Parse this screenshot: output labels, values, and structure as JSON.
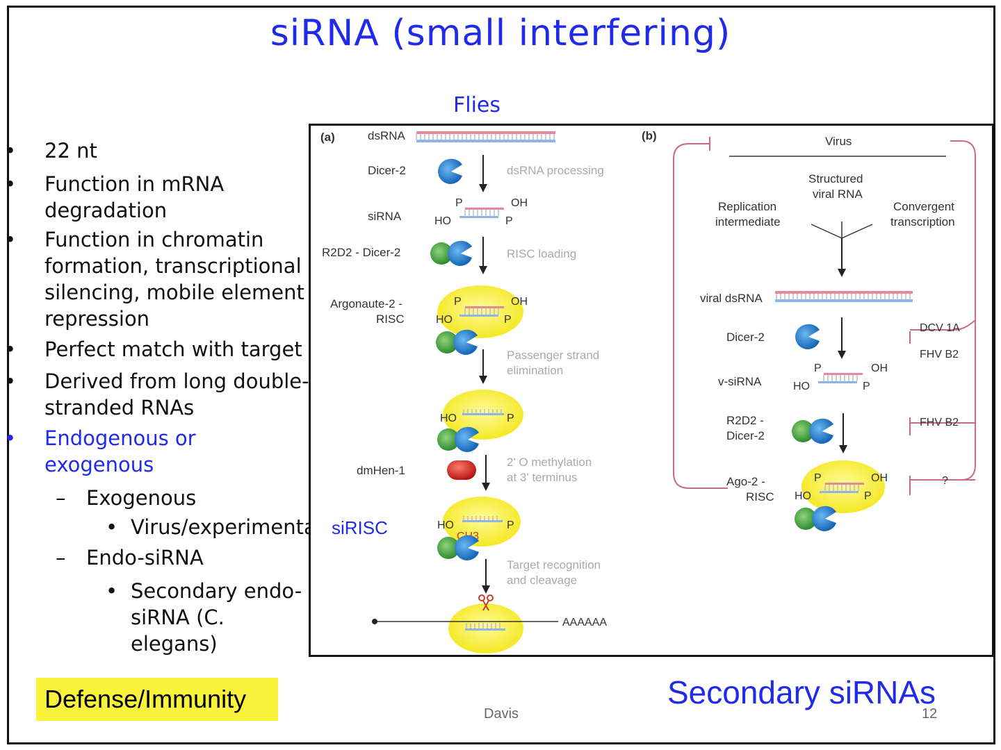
{
  "slide": {
    "title": "siRNA (small interfering)",
    "figure_heading": "Flies",
    "bullets": [
      {
        "level": 1,
        "text": "22 nt"
      },
      {
        "level": 1,
        "text": "Function in mRNA degradation"
      },
      {
        "level": 1,
        "text": "Function in chromatin formation, transcriptional silencing, mobile element repression"
      },
      {
        "level": 1,
        "text": "Perfect match with target"
      },
      {
        "level": 1,
        "text": "Derived from long double-stranded RNAs"
      },
      {
        "level": 1,
        "text": "Endogenous or exogenous",
        "color": "blue"
      },
      {
        "level": 2,
        "text": "Exogenous"
      },
      {
        "level": 3,
        "text": "Virus/experimental"
      },
      {
        "level": 2,
        "text": "Endo-siRNA"
      },
      {
        "level": 3,
        "text": "Secondary endo-siRNA (C. elegans)"
      }
    ],
    "highlight_label": "Defense/Immunity",
    "highlight_color": "#f9f33c",
    "secondary_label": "Secondary siRNAs",
    "author": "Davis",
    "page_number": "12",
    "accent_color": "#1f2be8"
  },
  "figure": {
    "panel_a": {
      "tag": "(a)",
      "dsrna": "dsRNA",
      "dicer2": "Dicer-2",
      "sirna": "siRNA",
      "r2d2_dicer2": "R2D2 - Dicer-2",
      "argonaute_l1": "Argonaute-2 -",
      "argonaute_l2": "RISC",
      "dmhen1": "dmHen-1",
      "sirisc": "siRISC",
      "step_dsrna_processing": "dsRNA processing",
      "step_risc_loading": "RISC loading",
      "step_passenger_l1": "Passenger strand",
      "step_passenger_l2": "elimination",
      "step_methylation_l1": "2' O methylation",
      "step_methylation_l2": "at 3' terminus",
      "step_target_l1": "Target recognition",
      "step_target_l2": "and cleavage",
      "polya": "AAAAAA",
      "p": "P",
      "oh": "OH",
      "ho": "HO",
      "ch3": "CH3"
    },
    "panel_b": {
      "tag": "(b)",
      "virus": "Virus",
      "structured_l1": "Structured",
      "structured_l2": "viral RNA",
      "replication_l1": "Replication",
      "replication_l2": "intermediate",
      "convergent_l1": "Convergent",
      "convergent_l2": "transcription",
      "viral_dsrna": "viral dsRNA",
      "dicer2": "Dicer-2",
      "vsirna": "v-siRNA",
      "r2d2_l1": "R2D2 -",
      "r2d2_l2": "Dicer-2",
      "ago_l1": "Ago-2 -",
      "ago_l2": "RISC",
      "dcv": "DCV 1A",
      "fhv1": "FHV B2",
      "fhv2": "FHV B2",
      "unknown": "?"
    }
  }
}
